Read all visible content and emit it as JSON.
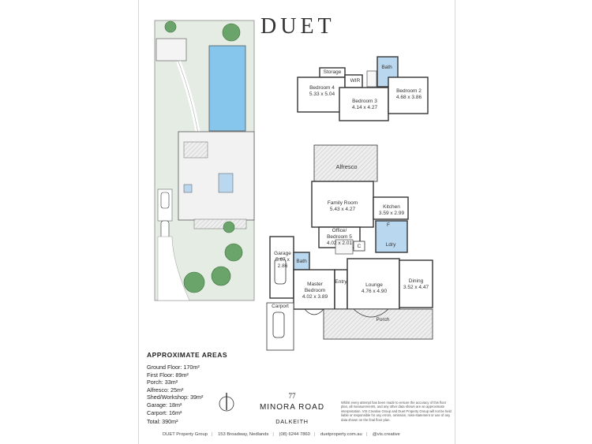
{
  "brand": "DUET",
  "rooms": {
    "storage": "Storage",
    "wir": "WIR",
    "bath_upper": "Bath",
    "bedroom4": {
      "name": "Bedroom 4",
      "dims": "5.33 x 5.04"
    },
    "bedroom3": {
      "name": "Bedroom 3",
      "dims": "4.14 x 4.27"
    },
    "bedroom2": {
      "name": "Bedroom 2",
      "dims": "4.68 x 3.86"
    },
    "alfresco": "Alfresco",
    "family": {
      "name": "Family Room",
      "dims": "5.43 x 4.27"
    },
    "kitchen": {
      "name": "Kitchen",
      "dims": "3.59 x 2.99"
    },
    "office": {
      "name": "Office/",
      "name2": "Bedroom 5",
      "dims": "4.02 x 2.01"
    },
    "garage": {
      "name": "Garage",
      "dims": "5.67 x 2.86"
    },
    "bath": "Bath",
    "ldry": "Ldry",
    "entry": "Entry",
    "master": {
      "name": "Master",
      "name2": "Bedroom",
      "dims": "4.02 x 3.89"
    },
    "lounge": {
      "name": "Lounge",
      "dims": "4.76 x 4.90"
    },
    "dining": {
      "name": "Dining",
      "dims": "3.52 x 4.47"
    },
    "carport": "Carport",
    "porch": "Porch",
    "c": "C",
    "f": "F"
  },
  "areas": {
    "title": "APPROXIMATE AREAS",
    "items": [
      "Ground Floor: 170m²",
      "First Floor: 89m²",
      "Porch: 33m²",
      "Alfresco: 25m²",
      "Shed/Workshop: 39m²",
      "Garage: 18m²",
      "Carport: 16m²"
    ],
    "total": "Total: 390m²"
  },
  "address": {
    "number": "77",
    "street": "MINORA ROAD",
    "suburb": "DALKEITH"
  },
  "disclaimer": "Whilst every attempt has been made to ensure the accuracy of this floor plan, all measurements, and any other data shown are an approximate interpretation. VIS Creative Group and Duet Property Group will not be held liable or responsible for any errors, omission, miss-statement or use of any data shown on the final floor plan.",
  "footer": {
    "company": "DUET Property Group",
    "address": "153 Broadway, Nedlands",
    "phone": "(08) 6244 7860",
    "web": "duetproperty.com.au",
    "credit": "@vis.creative"
  },
  "colors": {
    "lawn": "#e3ece3",
    "pool": "#7ec3ec",
    "tree": "#6ba56b",
    "accent": "#b9d7ee",
    "hatch": "#c9c9c9",
    "wall": "#444444"
  }
}
